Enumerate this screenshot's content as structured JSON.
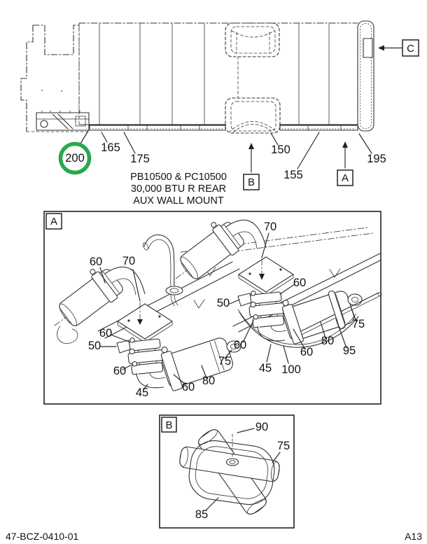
{
  "page": {
    "footer_left": "47-BCZ-0410-01",
    "footer_right": "A13"
  },
  "colors": {
    "highlight_green": "#2AA84C",
    "line": "#333333"
  },
  "main_diagram": {
    "caption": [
      "PB10500 & PC10500",
      "30,000 BTU R REAR",
      "AUX WALL MOUNT"
    ],
    "callout_200": "200",
    "callout_165": "165",
    "callout_175": "175",
    "callout_150": "150",
    "callout_155": "155",
    "callout_195": "195",
    "marker_b": "B",
    "marker_a": "A",
    "marker_c": "C"
  },
  "detail_a": {
    "marker": "A",
    "callouts": {
      "left_60_top": "60",
      "left_70": "70",
      "left_60_upper": "60",
      "left_50": "50",
      "left_60_lower": "60",
      "left_45": "45",
      "left_60_clamp": "60",
      "left_80": "80",
      "left_75": "75",
      "right_70": "70",
      "right_60_top": "60",
      "right_50": "50",
      "right_60_mid": "60",
      "right_45": "45",
      "right_100": "100",
      "right_60_clamp": "60",
      "right_80": "80",
      "right_95": "95",
      "right_75": "75"
    }
  },
  "detail_b": {
    "marker": "B",
    "callout_90": "90",
    "callout_75": "75",
    "callout_85": "85"
  }
}
